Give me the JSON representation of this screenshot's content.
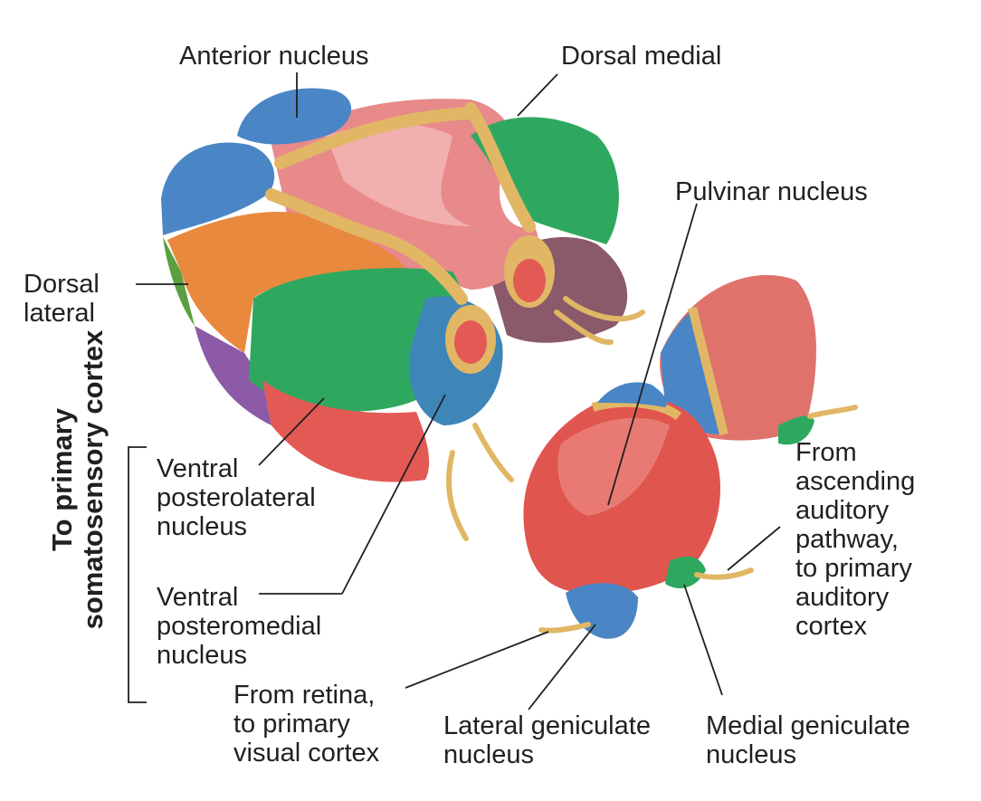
{
  "labels": {
    "anterior_nucleus": "Anterior nucleus",
    "dorsal_medial": "Dorsal medial",
    "pulvinar_nucleus": "Pulvinar nucleus",
    "dorsal_lateral": "Dorsal\nlateral",
    "ventral_posterolateral": "Ventral\nposterolateral\nnucleus",
    "ventral_posteromedial": "Ventral\nposteromedial\nnucleus",
    "from_ascending_auditory": "From\nascending\nauditory\npathway,\nto primary\nauditory\ncortex",
    "from_retina": "From retina,\nto primary\nvisual cortex",
    "lateral_geniculate": "Lateral geniculate\nnucleus",
    "medial_geniculate": "Medial geniculate\nnucleus"
  },
  "side_label": "To primary\nsomatosensory cortex",
  "colors": {
    "blue": "#4a86c5",
    "orange": "#e8893e",
    "green": "#2fa85f",
    "red": "#e35a55",
    "pink": "#e58a88",
    "purple": "#8c5aa6",
    "tan": "#e1b766",
    "lime": "#5aa040",
    "line": "#231f20"
  }
}
